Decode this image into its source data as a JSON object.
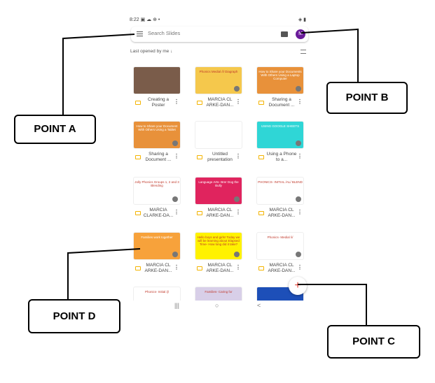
{
  "status_bar": {
    "time": "8:22",
    "icons": "▣ ☁ ⊕ •",
    "right": "◈ ▮"
  },
  "search": {
    "placeholder": "Search Slides",
    "avatar": "M"
  },
  "sort_label": "Last opened by me ↓",
  "files": [
    {
      "title": "Creating a Poster",
      "thumb": "",
      "color": "#7a5c4a",
      "shared": false
    },
    {
      "title": "MARCIA CL ARKE-DAN...",
      "thumb": "Phonics Medial /i/ Diagraph",
      "color": "#f5c84c",
      "shared": true
    },
    {
      "title": "Sharing a Document ...",
      "thumb": "How to Share your Documents With Others Using a Laptop Computer",
      "color": "#e8913a",
      "shared": true
    },
    {
      "title": "Sharing a Document ...",
      "thumb": "How to Share your Document With Others Using a Tablet",
      "color": "#e8913a",
      "shared": true
    },
    {
      "title": "Untitled presentation",
      "thumb": "",
      "color": "#ffffff",
      "shared": false
    },
    {
      "title": "Using a Phone to a...",
      "thumb": "USING GOOGLE SHEETS",
      "color": "#2fd6d6",
      "shared": true
    },
    {
      "title": "MARCIA CLARKE-DA...",
      "thumb": "Jolly Phonics Groups 1, 2 and 3 Blending",
      "color": "#ffffff",
      "shared": true
    },
    {
      "title": "MARCIA CL ARKE-DAN...",
      "thumb": "Language Arts- Brer Dog the Bully",
      "color": "#e0245e",
      "shared": true
    },
    {
      "title": "MARCIA CL ARKE-DAN...",
      "thumb": "PHONICS- INITIAL /AL/ BLEND",
      "color": "#ffffff",
      "shared": true
    },
    {
      "title": "MARCIA CL ARKE-DAN...",
      "thumb": "Families work together",
      "color": "#f7a23b",
      "shared": true
    },
    {
      "title": "MARCIA CL ARKE-DAN...",
      "thumb": "Hello boys and girls! Today we will be learning about Elapsed Time- How long did it take?",
      "color": "#fff200",
      "shared": true
    },
    {
      "title": "MARCIA CL ARKE-DAN...",
      "thumb": "Phonics- Medial /i/",
      "color": "#ffffff",
      "shared": true
    },
    {
      "title": "",
      "thumb": "Phonics- Initial /j/",
      "color": "#ffffff",
      "shared": false
    },
    {
      "title": "",
      "thumb": "Families- Caring for",
      "color": "#d8cfe8",
      "shared": false
    },
    {
      "title": "",
      "thumb": "",
      "color": "#1d4fb8",
      "shared": false
    }
  ],
  "fab": "+",
  "nav": {
    "recents": "|||",
    "home": "○",
    "back": "<"
  },
  "callouts": {
    "a": "POINT A",
    "b": "POINT B",
    "c": "POINT C",
    "d": "POINT D"
  }
}
